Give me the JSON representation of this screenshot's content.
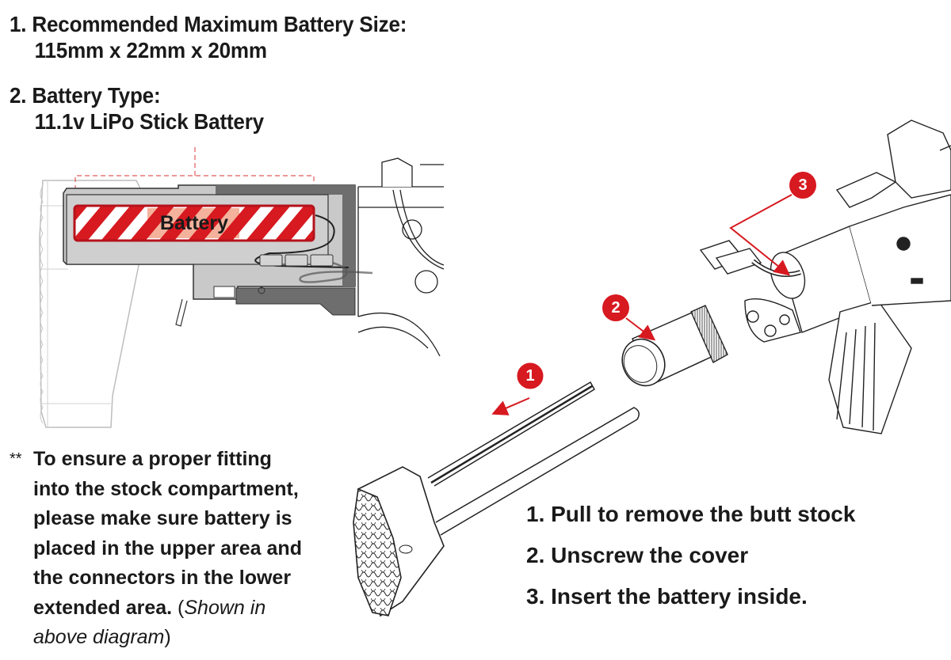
{
  "specs": [
    {
      "title": "1. Recommended Maximum Battery Size:",
      "value": "115mm x 22mm x 20mm"
    },
    {
      "title": "2. Battery Type:",
      "value": "11.1v LiPo Stick Battery"
    }
  ],
  "stock_diagram": {
    "battery_label": "Battery"
  },
  "note": {
    "prefix": "**",
    "lines": [
      "To ensure a proper fitting",
      "into the stock compartment,",
      "please make sure battery is",
      "placed in the upper area and",
      "the connectors in the  lower"
    ],
    "last_line_bold": "extended area.",
    "last_line_paren_open": " (",
    "italic_1": "Shown in",
    "italic_2": "above diagram",
    "paren_close": ")"
  },
  "steps": [
    {
      "number": "1",
      "text": "1. Pull to remove the butt stock"
    },
    {
      "number": "2",
      "text": "2. Unscrew the cover"
    },
    {
      "number": "3",
      "text": "3. Insert the battery inside."
    }
  ],
  "colors": {
    "accent_red": "#d71920",
    "stripe_light": "#f2a48a",
    "compartment_gray": "#c8c8c8",
    "dark_gray": "#6b6b6b"
  }
}
